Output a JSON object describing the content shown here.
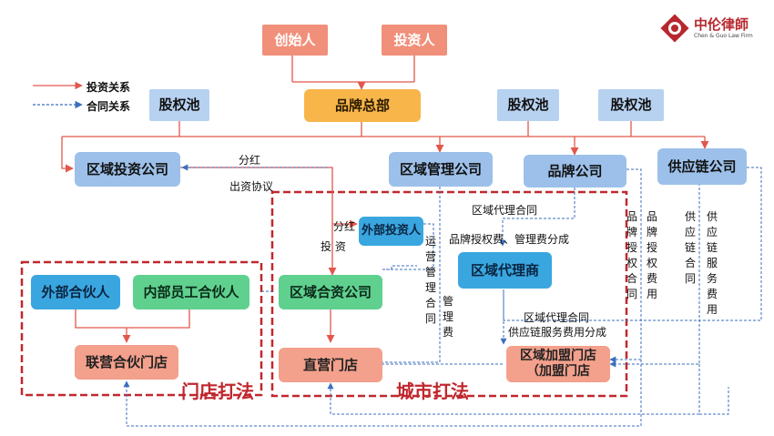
{
  "legend": {
    "investment": "投资关系",
    "contract": "合同关系",
    "investment_color": "#e2574c",
    "contract_color": "#3b6fbf"
  },
  "logo": {
    "title": "中伦律師",
    "subtitle": "Chen & Guo Law Firm",
    "color": "#b7282e"
  },
  "nodes": {
    "founder": "创始人",
    "investor": "投资人",
    "brand_hq": "品牌总部",
    "equity_pool_left": "股权池",
    "equity_pool_mid": "股权池",
    "equity_pool_right": "股权池",
    "regional_investment_co": "区域投资公司",
    "regional_management_co": "区域管理公司",
    "brand_co": "品牌公司",
    "supply_chain_co": "供应链公司",
    "external_investor": "外部投资人",
    "regional_agent": "区域代理商",
    "external_partner": "外部合伙人",
    "internal_employee_partner": "内部员工合伙人",
    "regional_jv_co": "区域合资公司",
    "jv_partner_store": "联营合伙门店",
    "direct_store": "直营门店",
    "regional_franchise_store_line1": "区域加盟门店",
    "regional_franchise_store_line2": "（加盟门店"
  },
  "edge_labels": {
    "dividend_top": "分红",
    "investment_agreement": "出资协议",
    "dividend_inner": "分红",
    "invest_inner": "投 资",
    "regional_agency_contract_top": "区域代理合同",
    "brand_license_mgmt_fee": "品牌授权费、管理费分成",
    "operation_mgmt_contract": "运营管理合同",
    "mgmt_fee": "管理费",
    "brand_license_contract": "品牌授权合同",
    "brand_license_fee": "品牌授权费用",
    "supply_chain_contract": "供应链合同",
    "supply_chain_service_fee": "供应链服务费用",
    "regional_agency_contract_bottom": "区域代理合同",
    "supply_chain_fee_share": "供应链服务费用分成"
  },
  "zones": {
    "store_play": "门店打法",
    "city_play": "城市打法",
    "zone_color": "#c0282e"
  }
}
